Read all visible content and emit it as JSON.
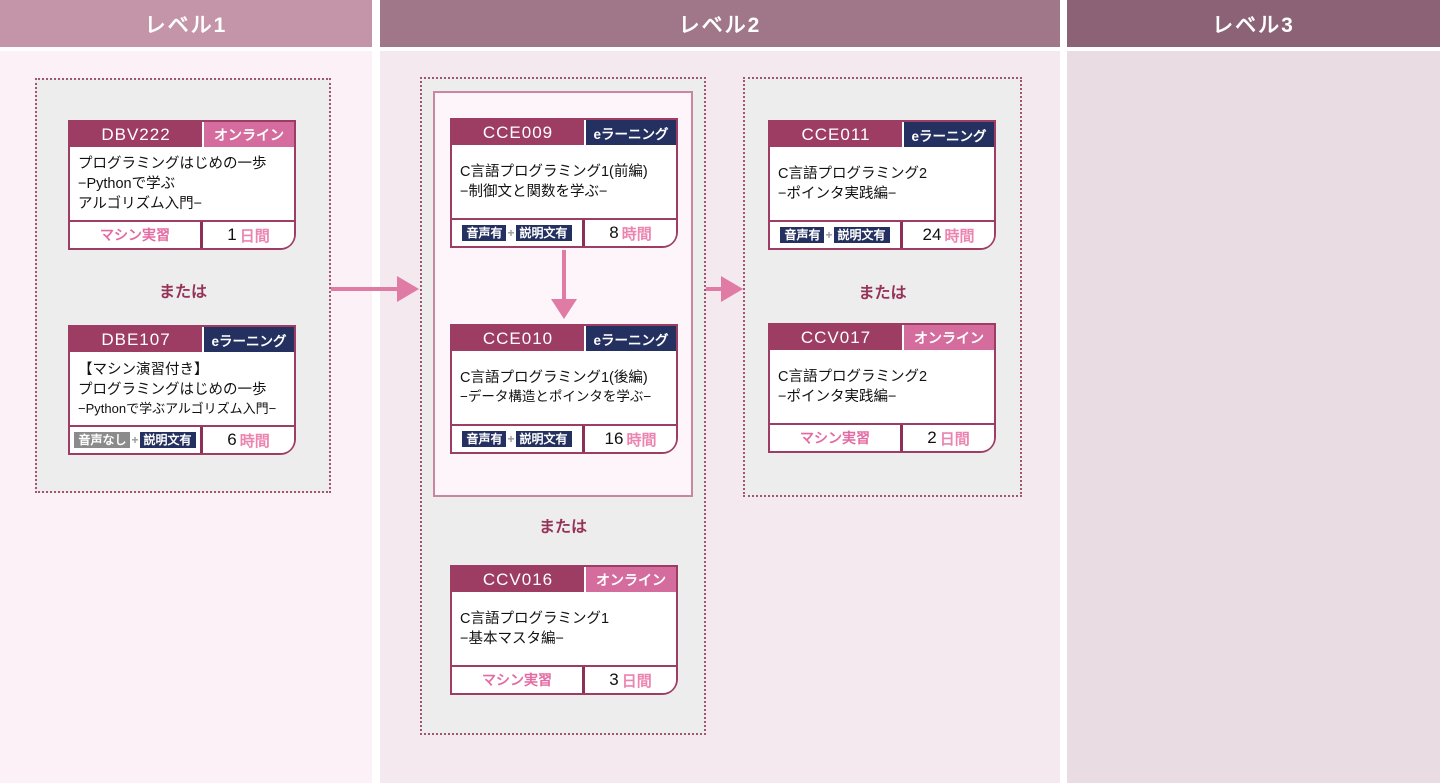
{
  "levels": {
    "level1": "レベル1",
    "level2": "レベル2",
    "level3": "レベル3"
  },
  "or_label": "または",
  "cards": {
    "dbv222": {
      "code": "DBV222",
      "badge": "オンライン",
      "title_lines": [
        "プログラミングはじめの一歩",
        "−Pythonで学ぶ",
        "アルゴリズム入門−"
      ],
      "footer": {
        "practice": "マシン実習",
        "duration_value": "1",
        "duration_unit": "日間"
      }
    },
    "dbe107": {
      "code": "DBE107",
      "badge": "eラーニング",
      "title_lines": [
        "【マシン演習付き】",
        "プログラミングはじめの一歩",
        "−Pythonで学ぶアルゴリズム入門−"
      ],
      "footer": {
        "audio_badge": "音声なし",
        "plus": "+",
        "text_badge": "説明文有",
        "duration_value": "6",
        "duration_unit": "時間"
      }
    },
    "cce009": {
      "code": "CCE009",
      "badge": "eラーニング",
      "title_lines": [
        "C言語プログラミング1(前編)",
        "−制御文と関数を学ぶ−"
      ],
      "footer": {
        "audio_badge": "音声有",
        "plus": "+",
        "text_badge": "説明文有",
        "duration_value": "8",
        "duration_unit": "時間"
      }
    },
    "cce010": {
      "code": "CCE010",
      "badge": "eラーニング",
      "title_lines": [
        "C言語プログラミング1(後編)",
        "−データ構造とポインタを学ぶ−"
      ],
      "footer": {
        "audio_badge": "音声有",
        "plus": "+",
        "text_badge": "説明文有",
        "duration_value": "16",
        "duration_unit": "時間"
      }
    },
    "ccv016": {
      "code": "CCV016",
      "badge": "オンライン",
      "title_lines": [
        "C言語プログラミング1",
        "−基本マスタ編−"
      ],
      "footer": {
        "practice": "マシン実習",
        "duration_value": "3",
        "duration_unit": "日間"
      }
    },
    "cce011": {
      "code": "CCE011",
      "badge": "eラーニング",
      "title_lines": [
        "C言語プログラミング2",
        "−ポインタ実践編−"
      ],
      "footer": {
        "audio_badge": "音声有",
        "plus": "+",
        "text_badge": "説明文有",
        "duration_value": "24",
        "duration_unit": "時間"
      }
    },
    "ccv017": {
      "code": "CCV017",
      "badge": "オンライン",
      "title_lines": [
        "C言語プログラミング2",
        "−ポインタ実践編−"
      ],
      "footer": {
        "practice": "マシン実習",
        "duration_value": "2",
        "duration_unit": "日間"
      }
    }
  },
  "colors": {
    "level1_header": "#c495a8",
    "level2_header": "#a07689",
    "level3_header": "#8c6276",
    "card_frame": "#9e3d63",
    "badge_online": "#d46d9e",
    "badge_elearning": "#24305f",
    "badge_audio_off": "#8b8b8b",
    "footer_accent_pink": "#ec84b0",
    "arrow_pink": "#e07ba6",
    "or_label_text": "#963158",
    "column1_bg": "#fbf1f6",
    "column2_bg": "#f3e9ef",
    "column3_bg": "#e9dce3",
    "group_fill": "#ecedec"
  }
}
